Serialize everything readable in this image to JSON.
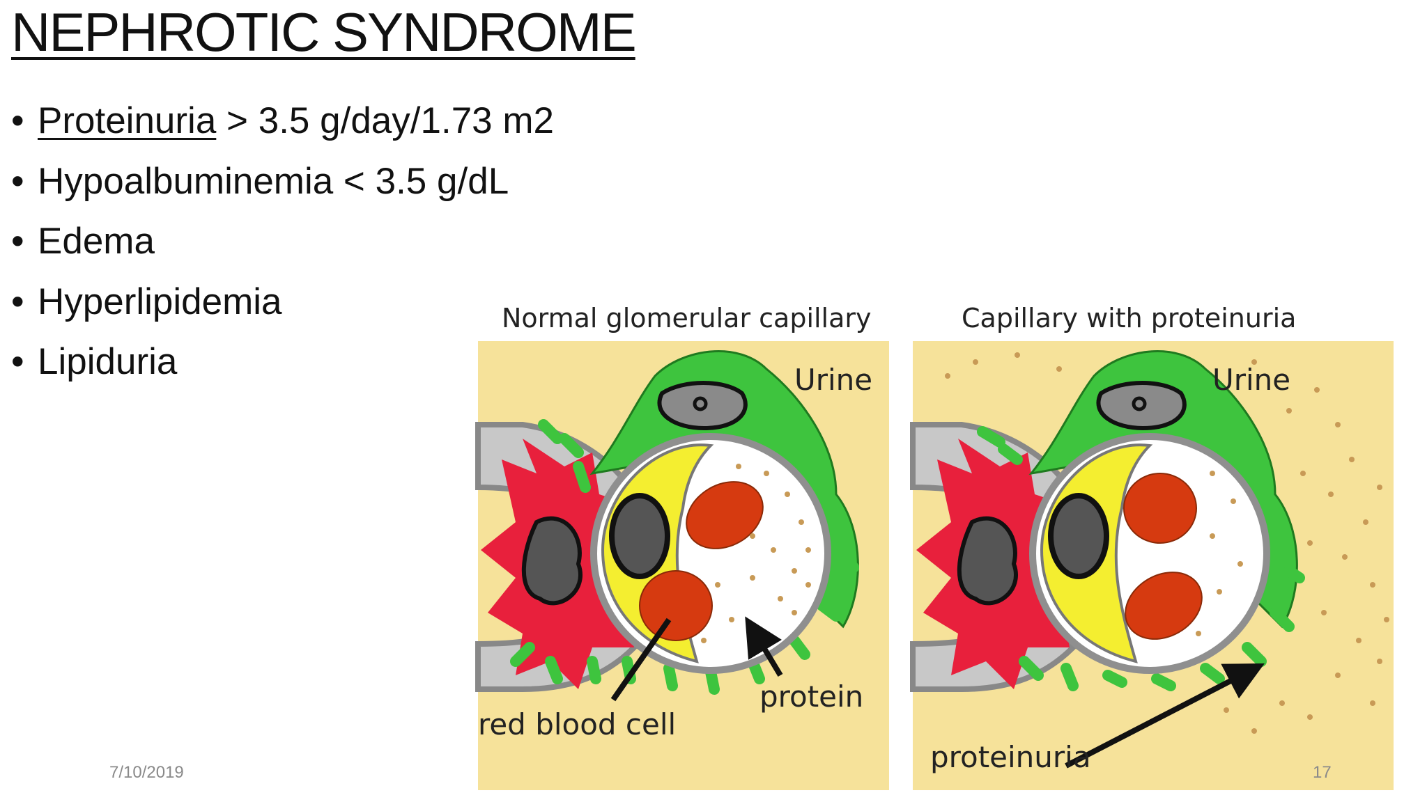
{
  "slide": {
    "title": "NEPHROTIC SYNDROME",
    "bullets": [
      {
        "linked": "Proteinuria",
        "text": " > 3.5 g/day/1.73 m2"
      },
      {
        "linked": "",
        "text": "Hypoalbuminemia < 3.5 g/dL"
      },
      {
        "linked": "",
        "text": "Edema"
      },
      {
        "linked": "",
        "text": "Hyperlipidemia"
      },
      {
        "linked": "",
        "text": "Lipiduria"
      }
    ],
    "bullet_glyph": "•",
    "date": "7/10/2019",
    "page_number": "17"
  },
  "figure": {
    "left_panel": {
      "heading": "Normal glomerular capillary",
      "urine_label": "Urine",
      "rbc_label": "red blood cell",
      "protein_label": "protein"
    },
    "right_panel": {
      "heading": "Capillary with proteinuria",
      "urine_label": "Urine",
      "proteinuria_label": "proteinuria"
    },
    "colors": {
      "background": "#f6e29a",
      "podocyte": "#3ec43e",
      "mesangial": "#e8203c",
      "endothelial": "#f4ee30",
      "rbc": "#d63a10",
      "nucleus": "#8a8a8a",
      "membrane": "#8f8f8f",
      "protein_dot": "#c89a56"
    }
  }
}
